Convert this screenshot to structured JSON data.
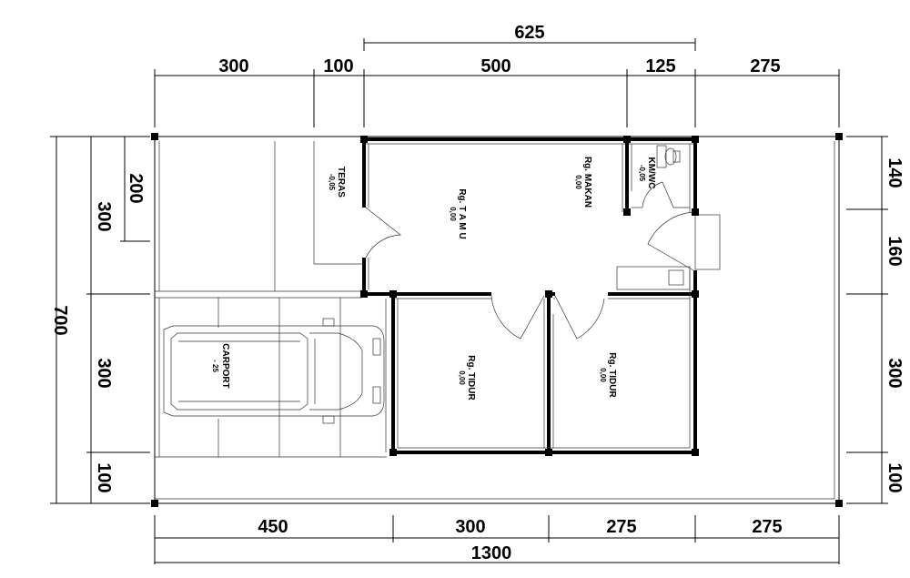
{
  "dimensions": {
    "top_overall": "625",
    "top": [
      "300",
      "100",
      "500",
      "125",
      "275"
    ],
    "bottom": [
      "450",
      "300",
      "275",
      "275"
    ],
    "bottom_overall": "1300",
    "left_overall": "700",
    "left_inner": [
      "300",
      "300",
      "100"
    ],
    "left_small": "200",
    "right": [
      "140",
      "160",
      "300",
      "100"
    ]
  },
  "rooms": {
    "teras": {
      "name": "TERAS",
      "level": "-0,05"
    },
    "tamu": {
      "name": "Rg. T A M U",
      "level": "0,00"
    },
    "makan": {
      "name": "Rg. MAKAN",
      "level": "0,00"
    },
    "kmwc": {
      "name": "KM/WC",
      "level": "-0,05"
    },
    "tidur1": {
      "name": "Rg. TIDUR",
      "level": "0,00"
    },
    "tidur2": {
      "name": "Rg. TIDUR",
      "level": "0,00"
    },
    "carport": {
      "name": "CARPORT",
      "level": "- 25"
    }
  }
}
